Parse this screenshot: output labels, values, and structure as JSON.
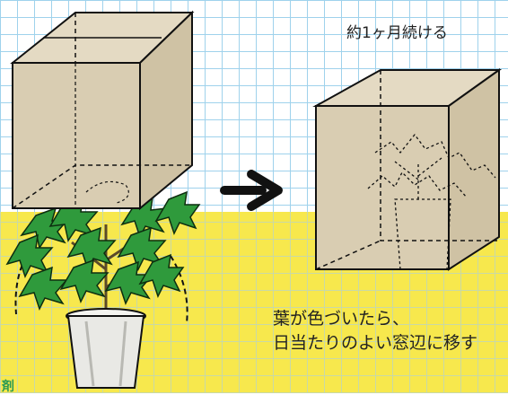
{
  "duration_note": "約1ヶ月続ける",
  "move_note": {
    "line1": "葉が色づいたら、",
    "line2": "日当たりのよい窓辺に移す"
  },
  "corner_text": "剤",
  "colors": {
    "grid_line": "#9fd2ec",
    "floor": "#f7e84d",
    "box": "#d9cdb2",
    "leaf": "#2f9a3c",
    "pot": "#e9e9e5",
    "arrow": "#111111"
  },
  "icons": [
    "arrow-right-icon",
    "cardboard-box",
    "potted-plant"
  ]
}
